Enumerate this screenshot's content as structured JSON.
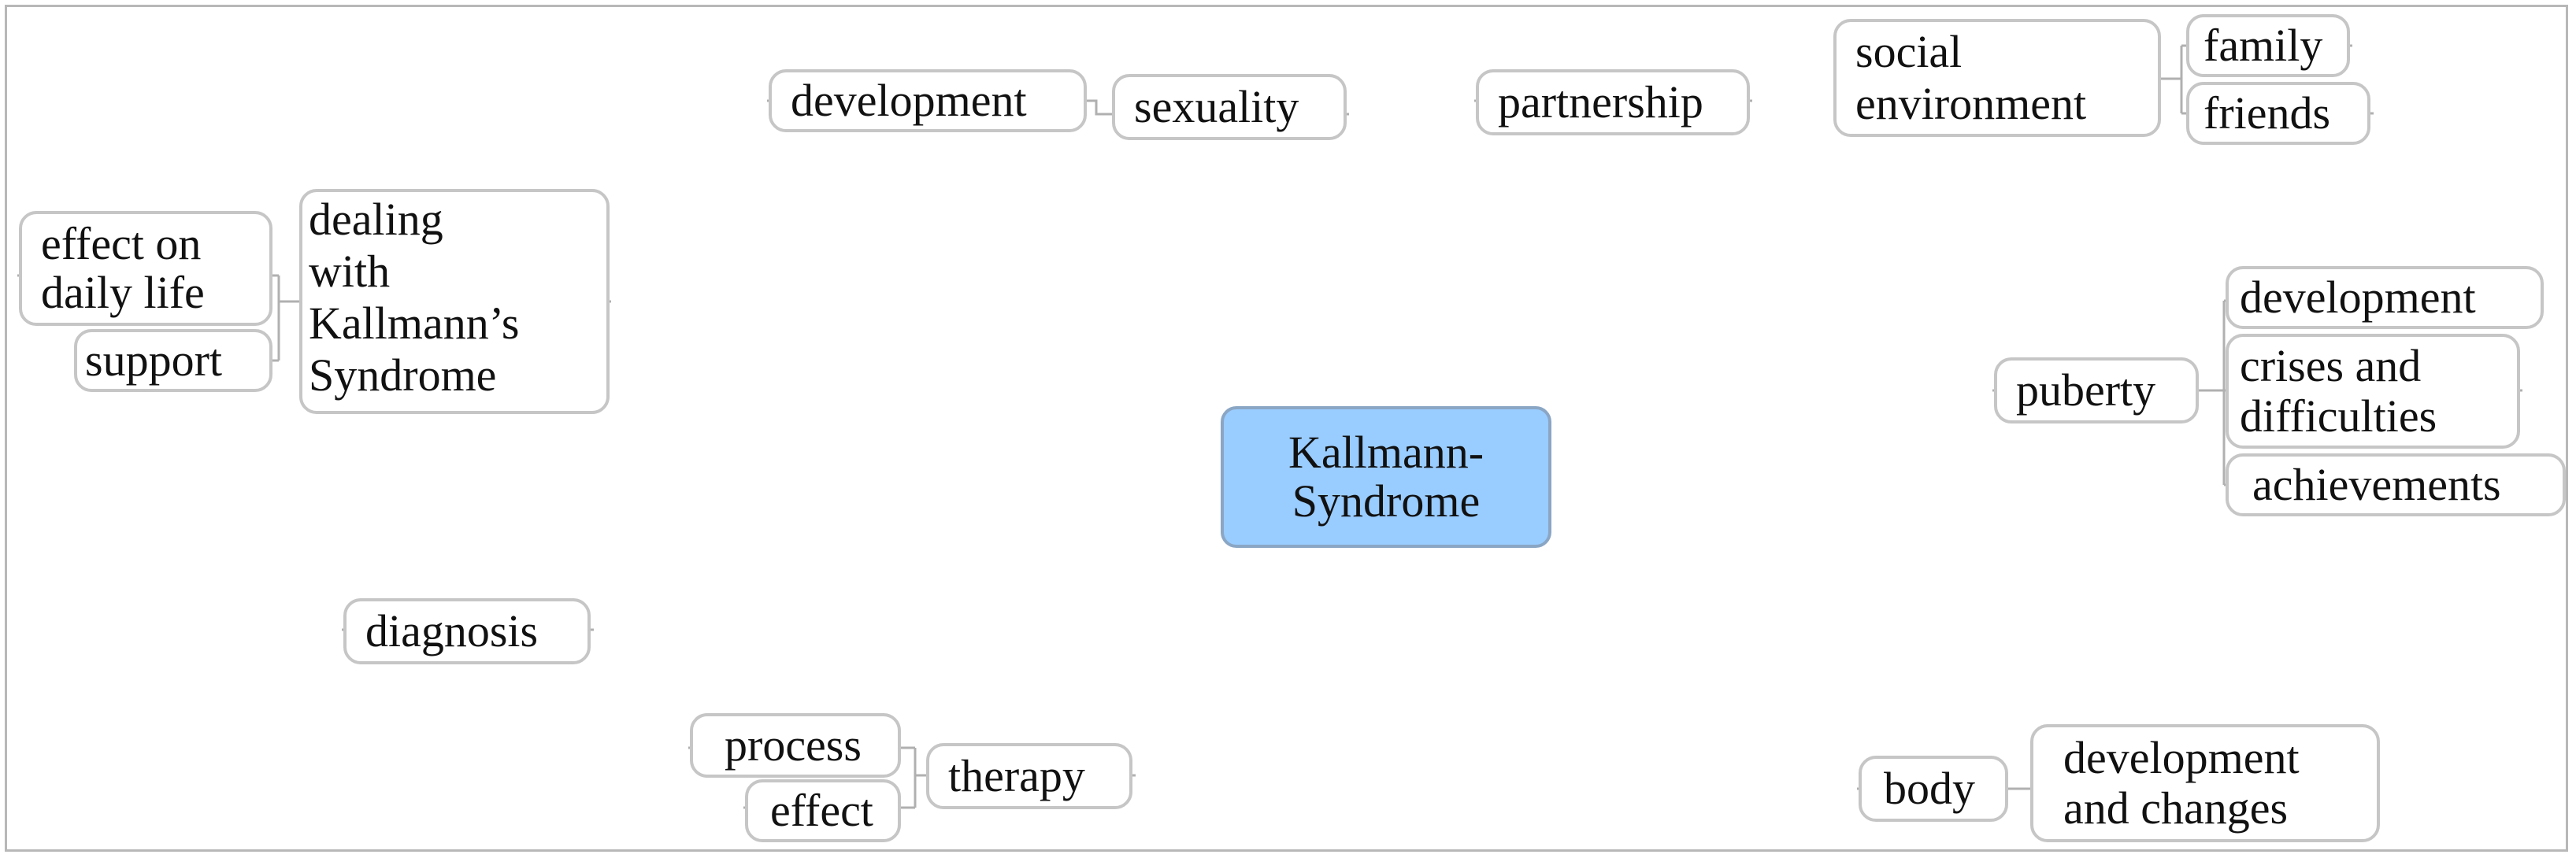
{
  "colors": {
    "central_fill": "#99ccff",
    "node_border": "#c6c6c6",
    "frame": "#b8b8b8",
    "connector": "#b0b0b0"
  },
  "central": {
    "label": "Kallmann-\nSyndrome"
  },
  "nodes": {
    "development_top": "development",
    "sexuality": "sexuality",
    "partnership": "partnership",
    "social_environment": "social\nenvironment",
    "family": "family",
    "friends": "friends",
    "effect_on_daily_life": "effect on\ndaily life",
    "support": "support",
    "dealing_with": "dealing\nwith\nKallmann’s\nSyndrome",
    "puberty": "puberty",
    "puberty_development": "development",
    "crises_and_difficulties": "crises and\ndifficulties",
    "achievements": "achievements",
    "diagnosis": "diagnosis",
    "process": "process",
    "effect": "effect",
    "therapy": "therapy",
    "body": "body",
    "development_and_changes": "development\nand changes"
  }
}
